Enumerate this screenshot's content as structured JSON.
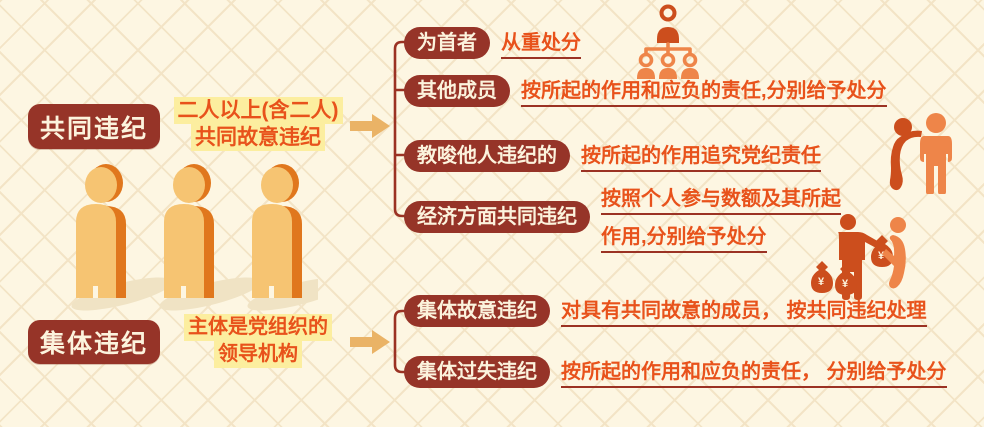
{
  "colors": {
    "background": "#fdf6e2",
    "lattice": "#e3c89a",
    "box_red": "#963428",
    "box_text": "#fcf3dd",
    "accent_orange": "#e8521b",
    "underline_red": "#9b3223",
    "highlight_yellow": "#fcee9f",
    "arrow_tan": "#eab366",
    "icon_dark": "#cc4e1d",
    "icon_light": "#ee8549",
    "figure_light": "#f6c472",
    "figure_dark": "#e0771d",
    "shadow_tan": "#f0e3c4"
  },
  "sections": {
    "joint": {
      "title": "共同违纪",
      "note_line1": "二人以上(含二人)",
      "note_line2": "共同故意违纪",
      "branches": {
        "leader": {
          "label": "为首者",
          "desc": "从重处分"
        },
        "others": {
          "label": "其他成员",
          "desc": "按所起的作用和应负的责任,分别给予处分"
        },
        "instigator": {
          "label": "教唆他人违纪的",
          "desc": "按所起的作用追究党纪责任"
        },
        "economic": {
          "label": "经济方面共同违纪",
          "desc_line1": "按照个人参与数额及其所起",
          "desc_line2": "作用,分别给予处分"
        }
      }
    },
    "collective": {
      "title": "集体违纪",
      "note_line1": "主体是党组织的",
      "note_line2": "领导机构",
      "branches": {
        "intentional": {
          "label_prefix": "集体",
          "label_bold": "故意",
          "label_suffix": "违纪",
          "desc": "对具有共同故意的成员， 按共同违纪处理"
        },
        "negligent": {
          "label_prefix": "集体",
          "label_bold": "过失",
          "label_suffix": "违纪",
          "desc": "按所起的作用和应负的责任， 分别给予处分"
        }
      }
    }
  },
  "icons": {
    "org_chart": "org-chart-icon",
    "whisper": "whisper-people-icon",
    "money": "money-exchange-icon",
    "three_people": "three-people-figures",
    "money_symbol": "¥"
  }
}
